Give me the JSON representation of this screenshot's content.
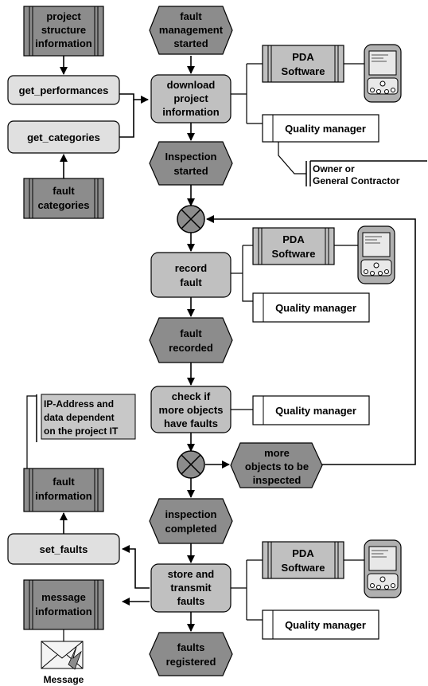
{
  "colors": {
    "event_fill": "#8c8c8c",
    "function_fill": "#c0c0c0",
    "data_fill": "#8c8c8c",
    "system_fill": "#c0c0c0",
    "process_fill": "#e0e0e0",
    "connector_fill": "#8c8c8c",
    "role_fill": "#ffffff"
  },
  "icons": {
    "pda": "pda-device-icon",
    "message": "message-envelope-icon",
    "connector": "xor-connector-icon"
  },
  "diagram": {
    "data_objects": [
      {
        "id": "project-structure",
        "lines": [
          "project",
          "structure",
          "information"
        ]
      },
      {
        "id": "fault-categories",
        "lines": [
          "fault",
          "categories"
        ]
      },
      {
        "id": "fault-information",
        "lines": [
          "fault",
          "information"
        ]
      },
      {
        "id": "message-information",
        "lines": [
          "message",
          "information"
        ]
      }
    ],
    "processes": [
      {
        "id": "get-performances",
        "label": "get_performances"
      },
      {
        "id": "get-categories",
        "label": "get_categories"
      },
      {
        "id": "set-faults",
        "label": "set_faults"
      }
    ],
    "events": [
      {
        "id": "fault-management-started",
        "lines": [
          "fault",
          "management",
          "started"
        ]
      },
      {
        "id": "inspection-started",
        "lines": [
          "Inspection",
          "started"
        ]
      },
      {
        "id": "fault-recorded",
        "lines": [
          "fault",
          "recorded"
        ]
      },
      {
        "id": "more-objects",
        "lines": [
          "more",
          "objects to be",
          "inspected"
        ]
      },
      {
        "id": "inspection-completed",
        "lines": [
          "inspection",
          "completed"
        ]
      },
      {
        "id": "faults-registered",
        "lines": [
          "faults",
          "registered"
        ]
      }
    ],
    "functions": [
      {
        "id": "download-project-information",
        "lines": [
          "download",
          "project",
          "information"
        ]
      },
      {
        "id": "record-fault",
        "lines": [
          "record",
          "fault"
        ]
      },
      {
        "id": "check-more-objects",
        "lines": [
          "check if",
          "more objects",
          "have faults"
        ]
      },
      {
        "id": "store-and-transmit-faults",
        "lines": [
          "store and",
          "transmit",
          "faults"
        ]
      }
    ],
    "systems": [
      {
        "id": "pda-software-1",
        "lines": [
          "PDA",
          "Software"
        ]
      },
      {
        "id": "pda-software-2",
        "lines": [
          "PDA",
          "Software"
        ]
      },
      {
        "id": "pda-software-3",
        "lines": [
          "PDA",
          "Software"
        ]
      }
    ],
    "roles": [
      {
        "id": "quality-manager-1",
        "label": "Quality manager"
      },
      {
        "id": "quality-manager-2",
        "label": "Quality manager"
      },
      {
        "id": "quality-manager-3",
        "label": "Quality manager"
      },
      {
        "id": "quality-manager-4",
        "label": "Quality manager"
      }
    ],
    "org_unit": {
      "lines": [
        "Owner or",
        "General Contractor"
      ]
    },
    "annotation": {
      "lines": [
        "IP-Address and",
        "data dependent",
        "on the project IT"
      ]
    },
    "message_label": "Message"
  }
}
